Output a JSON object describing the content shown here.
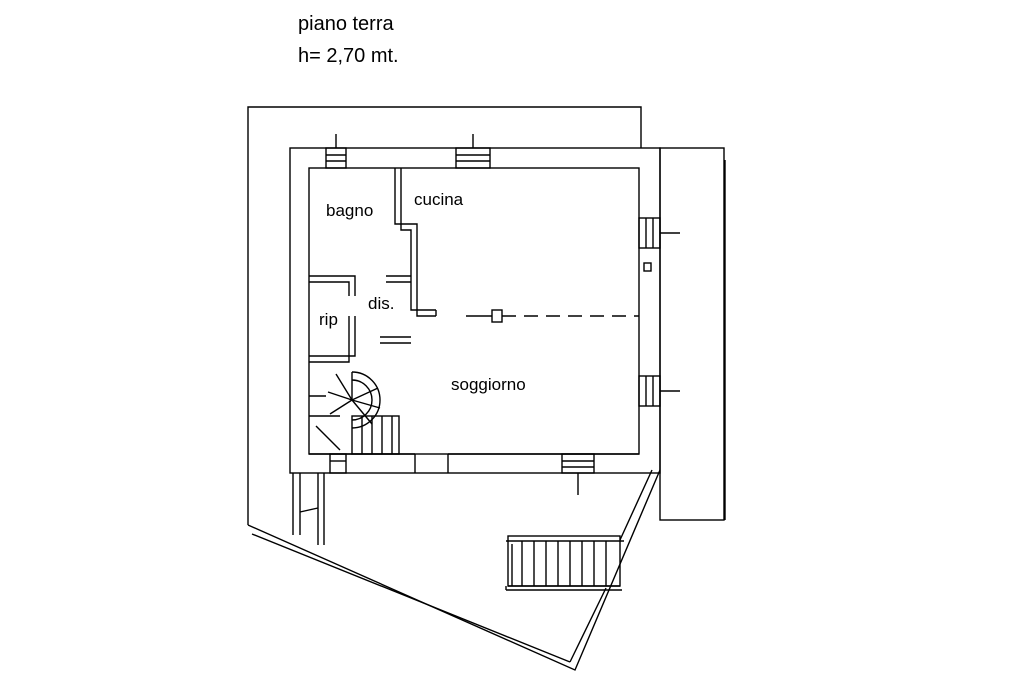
{
  "header": {
    "title": "piano terra",
    "height": "h= 2,70 mt."
  },
  "rooms": {
    "bagno": "bagno",
    "cucina": "cucina",
    "dis": "dis.",
    "rip": "rip",
    "soggiorno": "soggiorno"
  },
  "colors": {
    "line": "#000000",
    "background": "#ffffff"
  }
}
